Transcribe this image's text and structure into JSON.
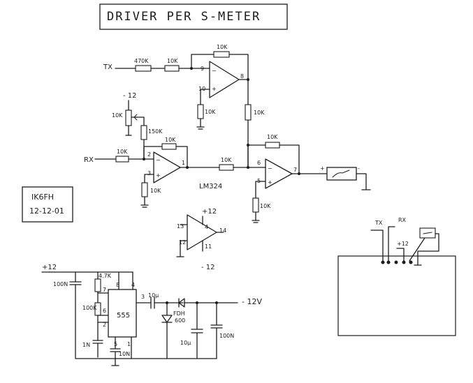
{
  "title": "DRIVER PER S-METER",
  "stamp": {
    "call": "IK6FH",
    "date": "12-12-01"
  },
  "chip": "LM324",
  "inputs": {
    "tx": "TX",
    "rx": "RX"
  },
  "supply": {
    "minus12_top": "- 12",
    "plus12_pins": "+12",
    "minus12_pins": "- 12",
    "plus12_left": "+12",
    "out12v": "- 12V"
  },
  "labels": {
    "r470k": "470K",
    "r10k_tx": "10K",
    "r10k_fb_top": "10K",
    "pin9": "9",
    "pin8": "8",
    "pin10": "10",
    "r10k_pin10": "10K",
    "r10k_vert": "10K",
    "pot10k": "10K",
    "r150k": "150K",
    "r10k_fb_mid": "10K",
    "pin2": "2",
    "r10k_rx": "10K",
    "pin3": "3",
    "pin1": "1",
    "r10k_pin3": "10K",
    "r10k_link": "10K",
    "r10k_fb_out": "10K",
    "pin6": "6",
    "pin7": "7",
    "pin5": "5",
    "r10k_pin5": "10K",
    "meter_plus": "+",
    "meter_minus": "-",
    "pin13": "13",
    "pin12": "12",
    "pin4": "4",
    "pin11": "11",
    "pin14": "14",
    "c100n_left": "100N",
    "r47k": "4.7K",
    "r100k": "100K",
    "c1n": "1N",
    "p7": "7",
    "p6": "6",
    "p2": "2",
    "p8": "8",
    "p4": "4",
    "p5": "5",
    "p1": "1",
    "p3": "3",
    "ic555": "555",
    "c10n": "10N",
    "c10u": "10μ",
    "fdh": "FDH",
    "fdh600": "600",
    "c10u_b": "10μ",
    "c100n_right": "100N"
  },
  "panel": {
    "tx": "TX",
    "rx": "RX",
    "plus12": "+12"
  }
}
